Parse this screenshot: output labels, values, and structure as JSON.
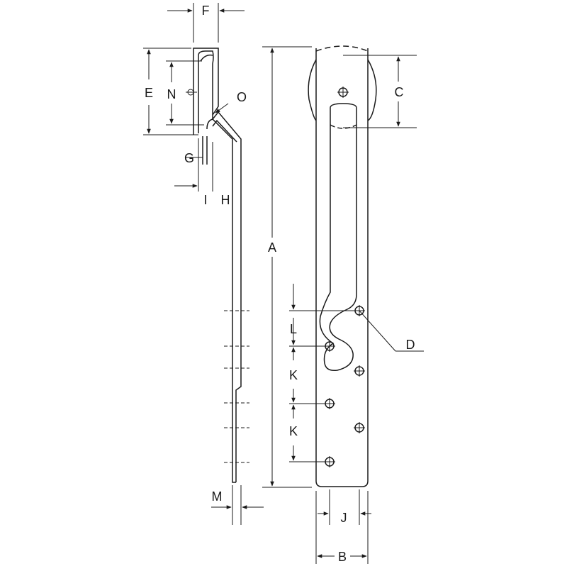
{
  "diagram": {
    "labels": {
      "A": "A",
      "B": "B",
      "C": "C",
      "D": "D",
      "E": "E",
      "F": "F",
      "G": "G",
      "H": "H",
      "I": "I",
      "J": "J",
      "K1": "K",
      "K2": "K",
      "L": "L",
      "M": "M",
      "N": "N",
      "O": "O"
    },
    "colors": {
      "line": "#1a1a1a",
      "background": "#ffffff"
    }
  }
}
